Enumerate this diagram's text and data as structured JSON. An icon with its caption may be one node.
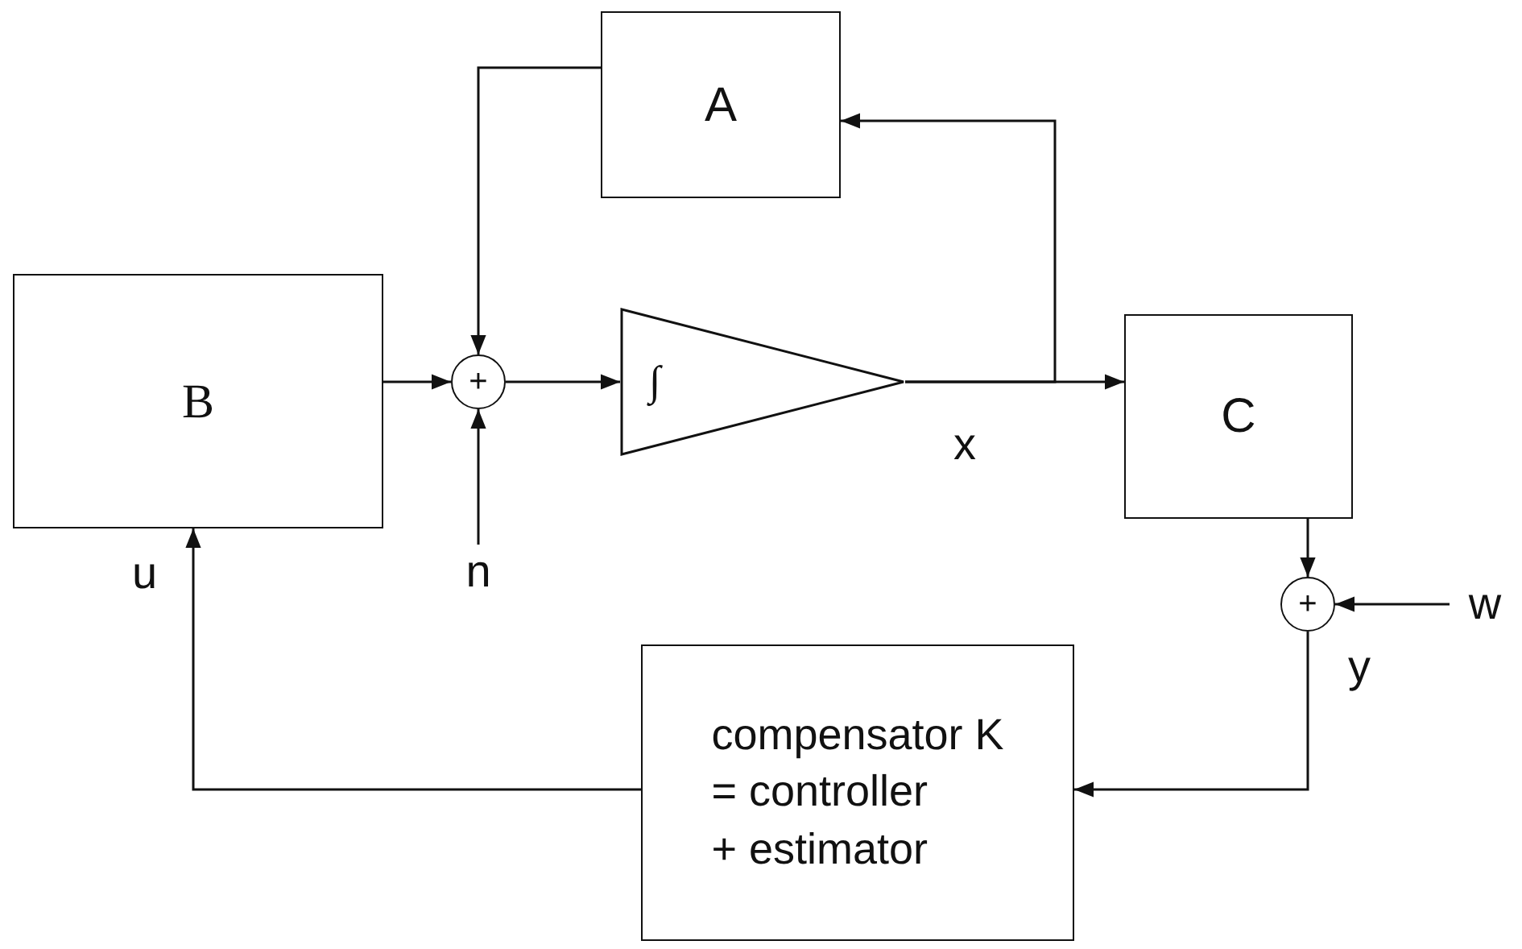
{
  "diagram": {
    "nodes": [
      {
        "text": [
          "A"
        ]
      },
      {
        "text": [
          "B"
        ]
      },
      {
        "text": [
          "+"
        ]
      },
      {
        "text": [
          "∫"
        ]
      },
      {
        "text": [
          "C"
        ]
      },
      {
        "text": [
          "+"
        ]
      },
      {
        "text": [
          "compensator K",
          "= controller",
          "+ estimator"
        ]
      },
      {
        "text": [
          "n"
        ]
      },
      {
        "text": [
          "w"
        ]
      }
    ],
    "edges": [
      {
        "from": 1,
        "to": 2,
        "arrow": "to"
      },
      {
        "from": 0,
        "to": 2,
        "arrow": "to"
      },
      {
        "from": 7,
        "to": 2,
        "arrow": "to"
      },
      {
        "from": 2,
        "to": 3,
        "arrow": "to"
      },
      {
        "from": 3,
        "to": 4,
        "arrow": "to",
        "label": "x"
      },
      {
        "from": 3,
        "to": 0,
        "arrow": "to"
      },
      {
        "from": 4,
        "to": 5,
        "arrow": "to"
      },
      {
        "from": 8,
        "to": 5,
        "arrow": "to"
      },
      {
        "from": 5,
        "to": 6,
        "arrow": "to",
        "label": "y"
      },
      {
        "from": 6,
        "to": 1,
        "arrow": "to",
        "label": "u"
      }
    ]
  }
}
